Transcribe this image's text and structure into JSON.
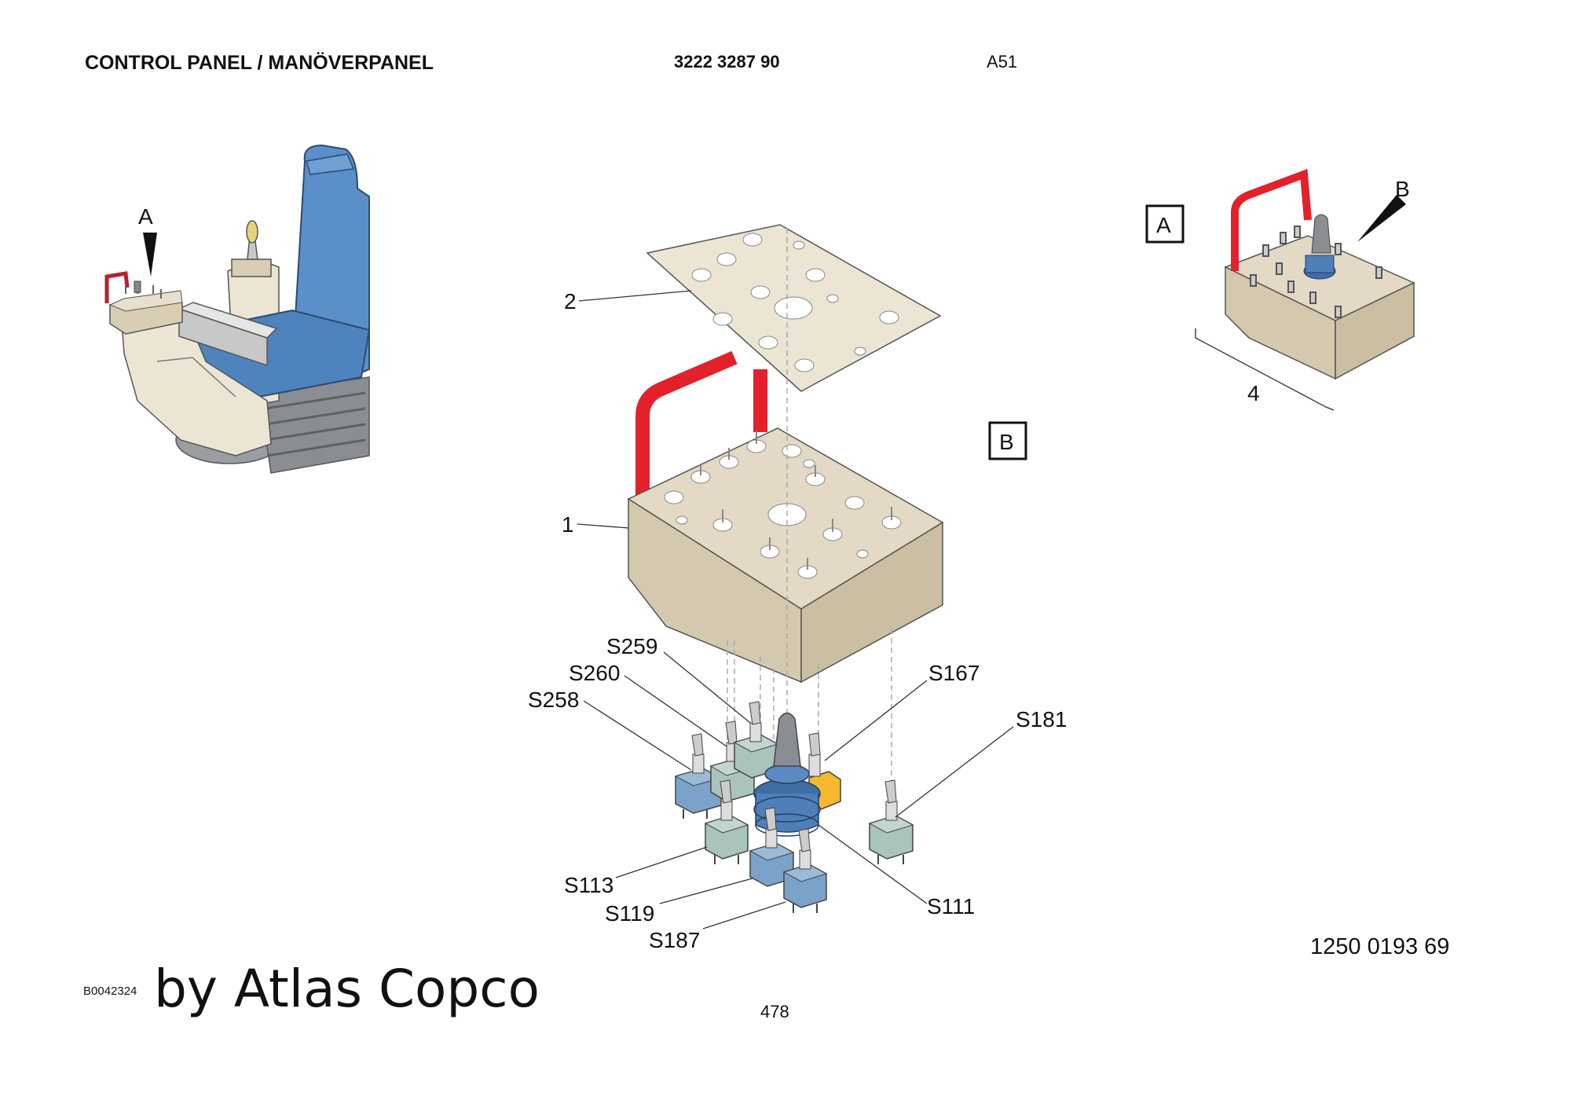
{
  "header": {
    "title": "CONTROL PANEL / MANÖVERPANEL",
    "part_number": "3222 3287 90",
    "page_code": "A51"
  },
  "labels": {
    "view_a": "A",
    "view_b": "B",
    "box_a": "A",
    "box_b": "B",
    "item_1": "1",
    "item_2": "2",
    "item_4": "4",
    "s259": "S259",
    "s260": "S260",
    "s258": "S258",
    "s167": "S167",
    "s181": "S181",
    "s113": "S113",
    "s119": "S119",
    "s187": "S187",
    "s111": "S111"
  },
  "footer": {
    "reference_number": "1250 0193 69",
    "figure_code": "B0042324",
    "brand_text": "by Atlas Copco",
    "page_number": "478"
  },
  "colors": {
    "panel_beige": "#d9cdb4",
    "seat_blue": "#5b8fc9",
    "handle_red": "#e3212b",
    "switch_green": "#a9c4bd",
    "switch_blue": "#7ba2c8",
    "switch_yellow": "#f5b82e",
    "joystick_blue": "#3f6ea5",
    "base_gray": "#8a8d92"
  }
}
